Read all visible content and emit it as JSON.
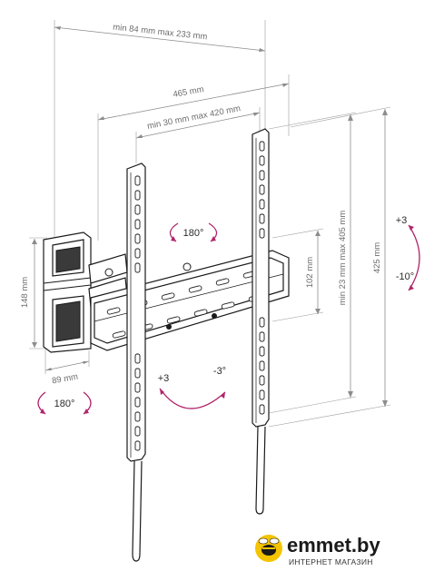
{
  "dimensions": {
    "top_span": "min 84 mm max 233 mm",
    "width_465": "465 mm",
    "vesa_horizontal": "min 30 mm max 420 mm",
    "vesa_vertical": "min 23 mm max 405 mm",
    "height_425": "425 mm",
    "height_102": "102 mm",
    "height_148": "148 mm",
    "depth_89": "89 mm"
  },
  "rotations": {
    "swivel_top": "180°",
    "swivel_bottom": "180°",
    "tilt_right_up": "+3",
    "tilt_right_down": "-10°",
    "tilt_center_plus": "+3",
    "tilt_center_minus": "-3°"
  },
  "brand": {
    "name": "emmet.by",
    "tagline": "ИНТЕРНЕТ МАГАЗИН"
  },
  "colors": {
    "accent": "#b0246a",
    "line": "#1a1a1a",
    "dimension": "#8c8c8c",
    "logo_yellow": "#f5c400"
  }
}
